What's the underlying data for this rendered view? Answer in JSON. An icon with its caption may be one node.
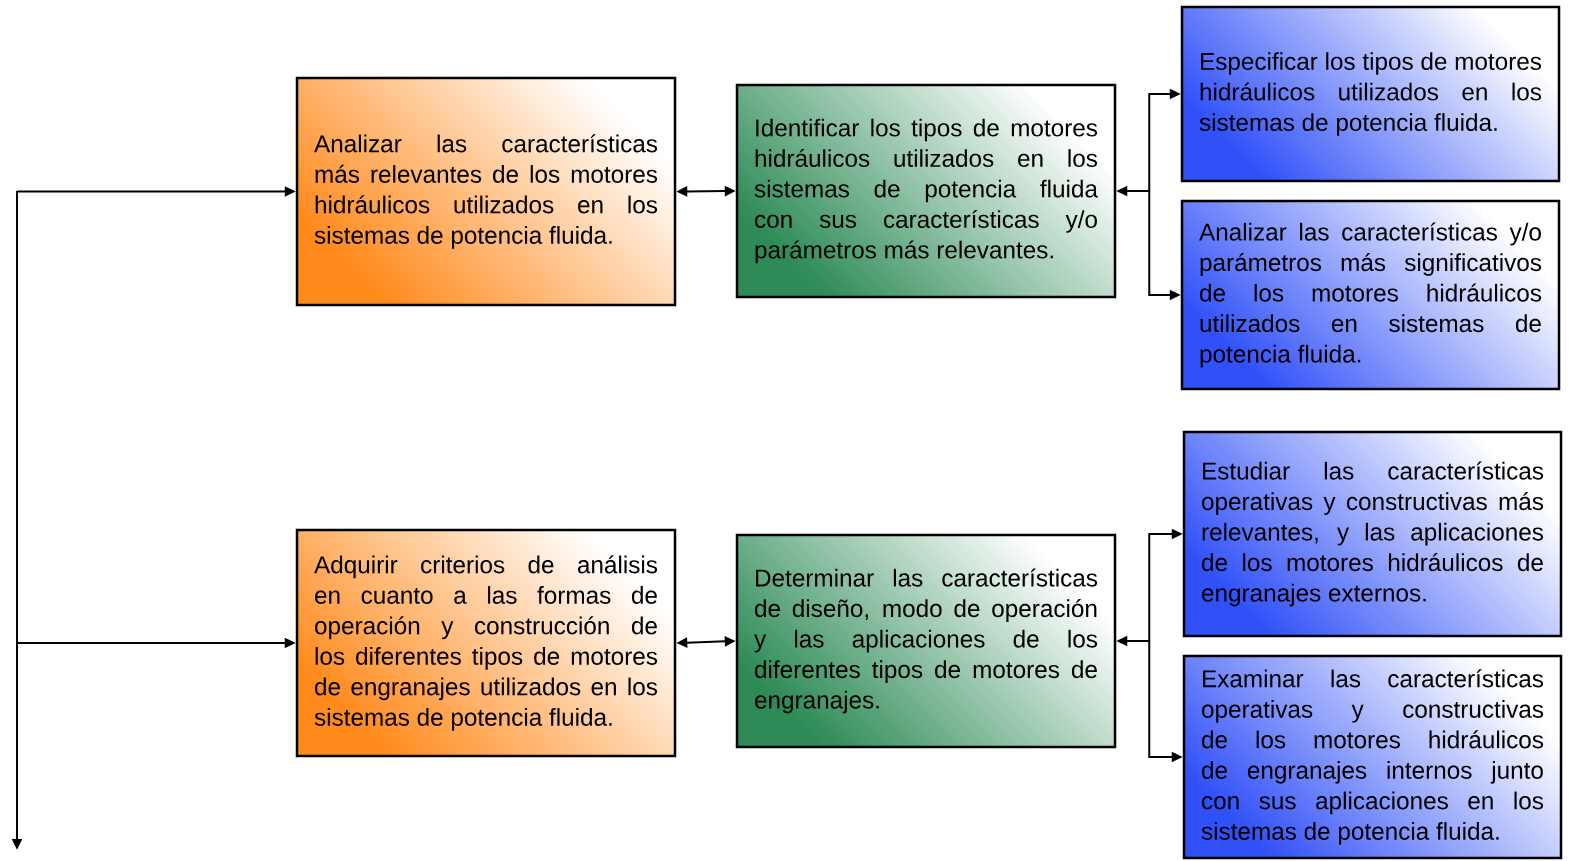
{
  "diagram": {
    "nodes": [
      {
        "text": [
          "Analizar las características más relevantes de los motores hidráulicos utilizados en los sistemas de potencia fluida."
        ]
      },
      {
        "text": [
          "Identificar los tipos de motores hidráulicos utilizados en los sistemas de potencia fluida con sus características y/o parámetros más relevantes."
        ]
      },
      {
        "text": [
          "Especificar los tipos de motores hidráulicos utilizados en los sistemas de potencia fluida."
        ]
      },
      {
        "text": [
          "Analizar las características y/o parámetros más significativos de los motores hidráulicos utilizados en sistemas de potencia fluida."
        ]
      },
      {
        "text": [
          "Adquirir criterios de análisis en cuanto a las formas de operación y construcción de los diferentes tipos de motores de engranajes utilizados en los sistemas de potencia fluida."
        ]
      },
      {
        "text": [
          "Determinar las características de diseño, modo de operación y las aplicaciones de los diferentes tipos de motores de engranajes."
        ]
      },
      {
        "text": [
          "Estudiar las características operativas y constructivas más relevantes, y las aplicaciones de los motores hidráulicos de engranajes externos."
        ]
      },
      {
        "text": [
          "Examinar las características operativas y constructivas de los motores hidráulicos de engranajes internos junto con sus aplicaciones en los sistemas de potencia fluida."
        ]
      }
    ],
    "edges": [
      {
        "from": null,
        "to": 0,
        "arrow": "to"
      },
      {
        "from": null,
        "to": 4,
        "arrow": "to"
      },
      {
        "from": 0,
        "to": 1,
        "arrow": "both"
      },
      {
        "from": 1,
        "to": 2,
        "arrow": "both"
      },
      {
        "from": 1,
        "to": 3,
        "arrow": "both"
      },
      {
        "from": 4,
        "to": 5,
        "arrow": "both"
      },
      {
        "from": 5,
        "to": 6,
        "arrow": "both"
      },
      {
        "from": 5,
        "to": 7,
        "arrow": "both"
      }
    ]
  }
}
